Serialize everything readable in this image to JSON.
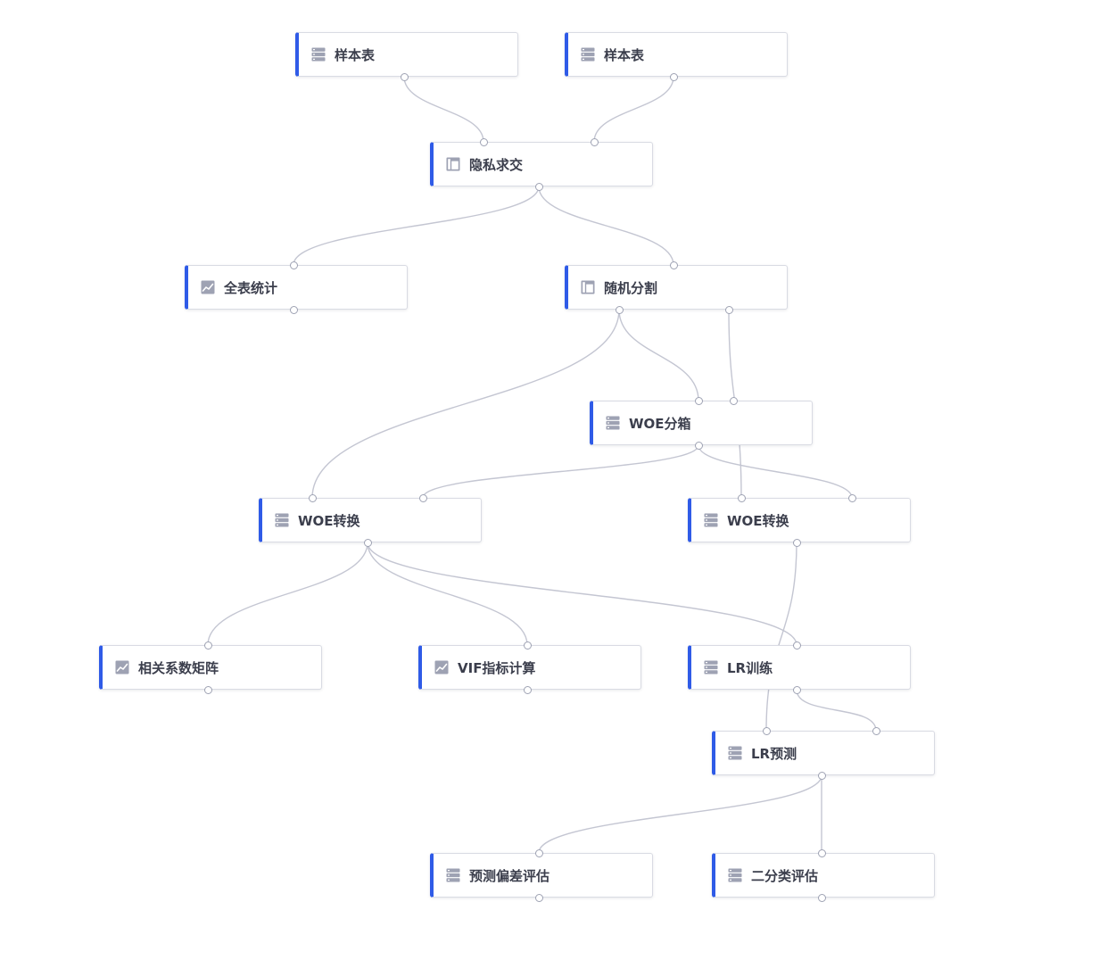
{
  "nodes": [
    {
      "id": "n1",
      "label": "样本表",
      "icon": "table-icon"
    },
    {
      "id": "n2",
      "label": "样本表",
      "icon": "table-icon"
    },
    {
      "id": "n3",
      "label": "隐私求交",
      "icon": "layout-icon"
    },
    {
      "id": "n4",
      "label": "全表统计",
      "icon": "chart-icon"
    },
    {
      "id": "n5",
      "label": "随机分割",
      "icon": "layout-icon"
    },
    {
      "id": "n6",
      "label": "WOE分箱",
      "icon": "table-icon"
    },
    {
      "id": "n7",
      "label": "WOE转换",
      "icon": "table-icon"
    },
    {
      "id": "n8",
      "label": "WOE转换",
      "icon": "table-icon"
    },
    {
      "id": "n9",
      "label": "相关系数矩阵",
      "icon": "chart-icon"
    },
    {
      "id": "n10",
      "label": "VIF指标计算",
      "icon": "chart-icon"
    },
    {
      "id": "n11",
      "label": "LR训练",
      "icon": "table-icon"
    },
    {
      "id": "n12",
      "label": "LR预测",
      "icon": "table-icon"
    },
    {
      "id": "n13",
      "label": "预测偏差评估",
      "icon": "table-icon"
    },
    {
      "id": "n14",
      "label": "二分类评估",
      "icon": "table-icon"
    }
  ],
  "edges": [
    {
      "from": "n1",
      "to": "n3",
      "to_port": 0
    },
    {
      "from": "n2",
      "to": "n3",
      "to_port": 1
    },
    {
      "from": "n3",
      "to": "n4",
      "to_port": 0
    },
    {
      "from": "n3",
      "to": "n5",
      "to_port": 0
    },
    {
      "from": "n5",
      "from_port": 0,
      "to": "n6",
      "to_port": 0
    },
    {
      "from": "n5",
      "from_port": 0,
      "to": "n7",
      "to_port": 0
    },
    {
      "from": "n5",
      "from_port": 1,
      "to": "n8",
      "to_port": 0
    },
    {
      "from": "n6",
      "to": "n7",
      "to_port": 1
    },
    {
      "from": "n6",
      "to": "n8",
      "to_port": 1
    },
    {
      "from": "n7",
      "to": "n9",
      "to_port": 0
    },
    {
      "from": "n7",
      "to": "n10",
      "to_port": 0
    },
    {
      "from": "n7",
      "to": "n11",
      "to_port": 0
    },
    {
      "from": "n8",
      "to": "n12",
      "to_port": 0
    },
    {
      "from": "n11",
      "to": "n12",
      "to_port": 1
    },
    {
      "from": "n12",
      "to": "n13",
      "to_port": 0
    },
    {
      "from": "n12",
      "to": "n14",
      "to_port": 0
    }
  ],
  "colors": {
    "accent": "#2f5be7",
    "edge": "#c4c6d2",
    "icon": "#9ea2b3",
    "text": "#3b3e4c"
  }
}
